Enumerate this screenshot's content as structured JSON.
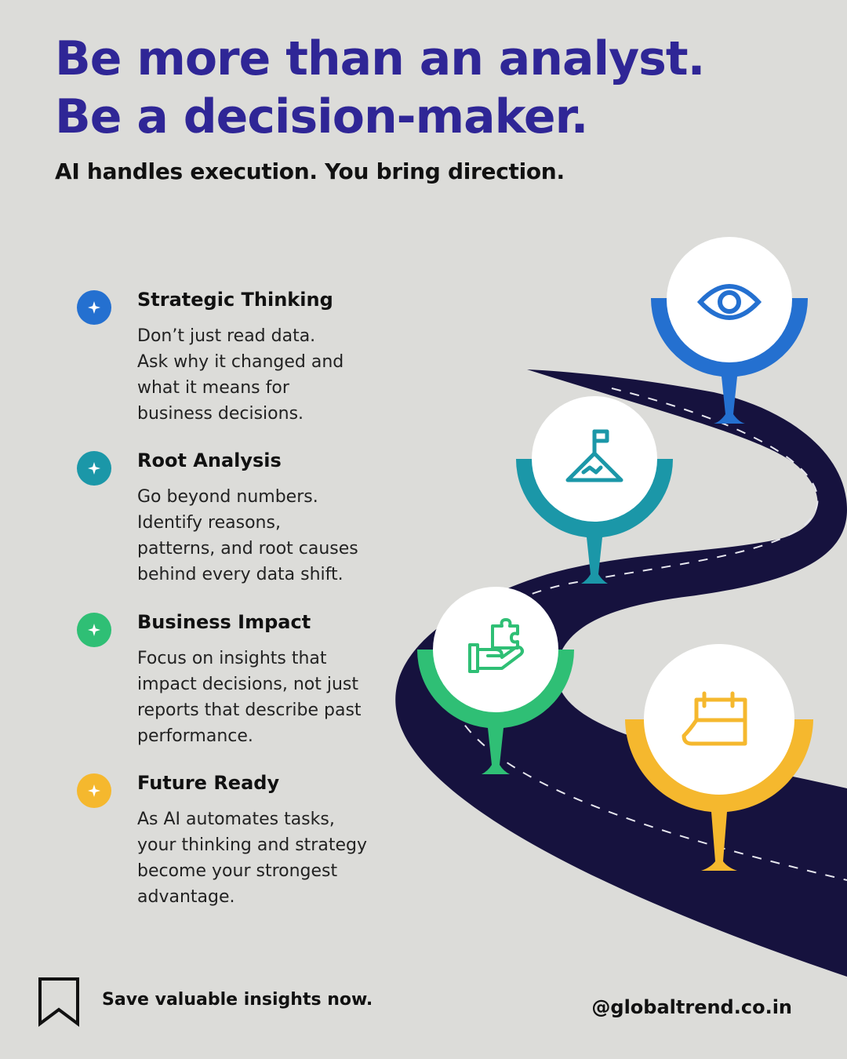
{
  "header": {
    "headline_line1": "Be more than an analyst.",
    "headline_line2": "Be a decision-maker.",
    "subheadline": "AI handles execution. You bring direction."
  },
  "items": [
    {
      "title": "Strategic Thinking",
      "description": "Don’t just read data.\nAsk why it changed and\nwhat it means for\nbusiness decisions.",
      "color": "#2470d0",
      "icon": "eye-icon"
    },
    {
      "title": "Root Analysis",
      "description": "Go beyond numbers.\nIdentify reasons,\npatterns, and root causes\nbehind every data shift.",
      "color": "#1b97a8",
      "icon": "mountain-flag-icon"
    },
    {
      "title": "Business Impact",
      "description": "Focus on insights that\nimpact decisions, not just\nreports that describe past\nperformance.",
      "color": "#2fbf75",
      "icon": "hand-puzzle-icon"
    },
    {
      "title": "Future Ready",
      "description": "As AI automates tasks,\nyour thinking and strategy\nbecome your strongest\nadvantage.",
      "color": "#f5b82e",
      "icon": "calendar-icon"
    }
  ],
  "footer": {
    "save_text": "Save valuable insights now.",
    "handle": "@globaltrend.co.in",
    "icon": "bookmark-icon"
  },
  "colors": {
    "background": "#dcdcd9",
    "headline": "#2f2696",
    "road": "#16123e"
  }
}
